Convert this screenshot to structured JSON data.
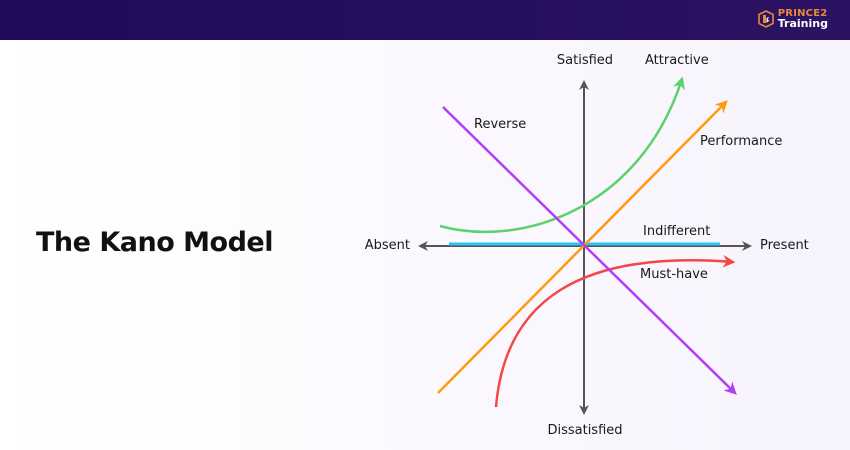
{
  "brand": {
    "line1": "PRINCE2",
    "line2": "Training"
  },
  "title": "The Kano Model",
  "axes": {
    "top": "Satisfied",
    "bottom": "Dissatisfied",
    "left": "Absent",
    "right": "Present"
  },
  "curves": [
    {
      "name": "Attractive",
      "color": "#5cd36a"
    },
    {
      "name": "Performance",
      "color": "#ff9a10"
    },
    {
      "name": "Indifferent",
      "color": "#2ec4f0"
    },
    {
      "name": "Must-have",
      "color": "#f44848"
    },
    {
      "name": "Reverse",
      "color": "#b23ef5"
    }
  ]
}
